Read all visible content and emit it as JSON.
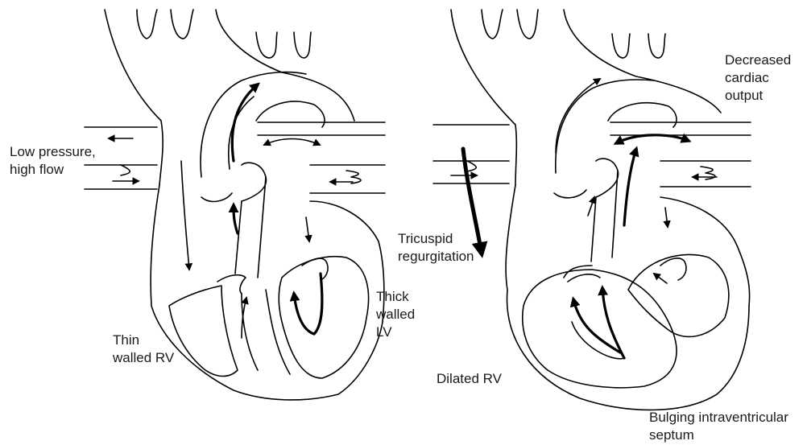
{
  "left_panel": {
    "labels": {
      "low_pressure": [
        "Low pressure,",
        "high flow"
      ],
      "thin_rv": [
        "Thin",
        "walled RV"
      ],
      "thick_lv": [
        "Thick",
        "walled",
        "LV"
      ]
    }
  },
  "right_panel": {
    "labels": {
      "decreased_co": [
        "Decreased",
        "cardiac",
        "output"
      ],
      "tricuspid": [
        "Tricuspid",
        "regurgitation"
      ],
      "dilated_rv": [
        "Dilated RV"
      ],
      "bulging_septum": [
        "Bulging intraventricular",
        "septum"
      ]
    }
  },
  "colors": {
    "line": "#000000",
    "background": "#ffffff",
    "text": "#1a1a1a"
  }
}
